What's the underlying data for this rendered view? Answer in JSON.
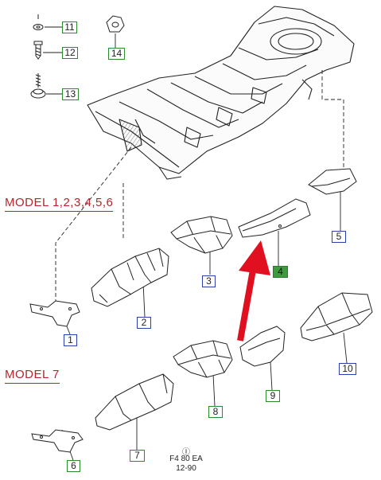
{
  "model_labels": {
    "group_a": "MODEL 1,2,3,4,5,6",
    "group_b": "MODEL 7"
  },
  "callouts": {
    "c1": "1",
    "c2": "2",
    "c3": "3",
    "c4": "4",
    "c5": "5",
    "c6": "6",
    "c7": "7",
    "c8": "8",
    "c9": "9",
    "c10": "10",
    "c11": "11",
    "c12": "12",
    "c13": "13",
    "c14": "14"
  },
  "footer": {
    "symbol": "Ⓘ",
    "code": "F4 80 EA",
    "date": "12-90"
  },
  "colors": {
    "arrow": "#e01020",
    "model_label": "#b3272c",
    "callout_blue": "#2b3fae",
    "callout_green": "#2c8a2c",
    "callout_highlight": "#3f9a3f"
  }
}
